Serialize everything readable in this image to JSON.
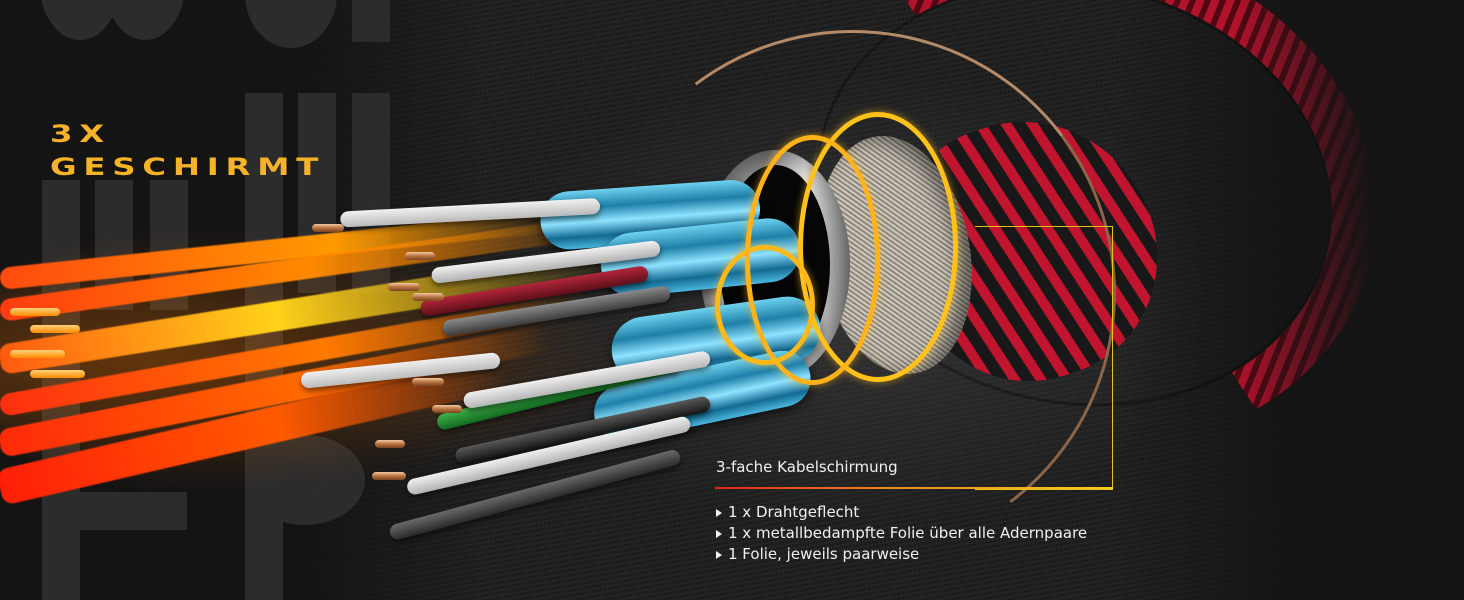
{
  "headline": {
    "line1": "3X",
    "line2": "GESCHIRMT",
    "color": "#f5b428"
  },
  "callout": {
    "title": "3-fache Kabelschirmung",
    "box_color": "#e8c21b",
    "underline_gradient": [
      "#e1251b",
      "#f08a1c",
      "#f5d01d"
    ],
    "bullets": [
      {
        "icon": "triangle-right-icon",
        "text": "1 x Drahtgeflecht"
      },
      {
        "icon": "triangle-right-icon",
        "text": "1 x metallbedampfte Folie über alle Adernpaare"
      },
      {
        "icon": "triangle-right-icon",
        "text": "1 Folie, jeweils paarweise"
      }
    ]
  },
  "colors": {
    "background": "#141414",
    "jacket_red": "#c0142f",
    "foil_blue": "#4bb7df",
    "ring_yellow": "#ffc21a",
    "glow_orange": "#ff7a00"
  }
}
